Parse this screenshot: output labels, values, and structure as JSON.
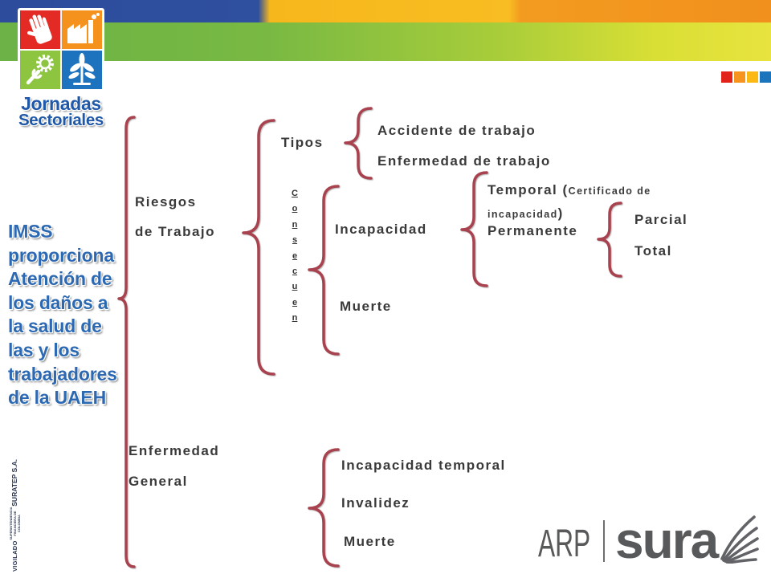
{
  "logo": {
    "line1": "Jornadas",
    "line2": "Sectoriales",
    "icons": [
      "hand-icon",
      "factory-icon",
      "gear-wrench-icon",
      "plant-icon"
    ]
  },
  "heading": {
    "lines": [
      "IMSS",
      "proporciona",
      "Atención de",
      "los daños a",
      "la salud de",
      "las y los",
      "trabajadores",
      "de la UAEH"
    ]
  },
  "riesgos": {
    "line1": "Riesgos",
    "line2": "de Trabajo"
  },
  "tipos": {
    "label": "Tipos",
    "items": [
      "Accidente de trabajo",
      "Enfermedad de trabajo"
    ]
  },
  "consecuencias": {
    "label": "Consecuen",
    "incapacidad": "Incapacidad",
    "muerte": "Muerte"
  },
  "incapacidad": {
    "temporal": "Temporal (",
    "temporal_note": "Certificado de incapacidad",
    "temporal_close": ")",
    "permanente": "Permanente"
  },
  "permanente": {
    "items": [
      "Parcial",
      "Total"
    ]
  },
  "enfermedad_general": {
    "line1": "Enfermedad",
    "line2": "General",
    "items": [
      "Incapacidad temporal",
      "Invalidez",
      "Muerte"
    ]
  },
  "footer": {
    "vigilado": "VIGILADO",
    "superintendencia": "SUPERINTENDENCIA FINANCIERA DE COLOMBIA",
    "suratep": "SURATEP S.A.",
    "brand_arp": "ARP",
    "brand_sura": "sura",
    "brand_icon": "sura-swoosh-icon"
  },
  "colors": {
    "brace": "#a8424f",
    "heading_text": "#2c69b2",
    "body_text": "#3a3a3a",
    "header_blue": "#2d4c9c",
    "header_yellow": "#f6b71c",
    "header_orange": "#f1901d",
    "header_green": "#79b943",
    "logo_red": "#e42a24",
    "logo_orange": "#f5921e",
    "logo_green": "#8dc540",
    "logo_blue": "#1e73be",
    "brand_gray": "#58595b"
  }
}
